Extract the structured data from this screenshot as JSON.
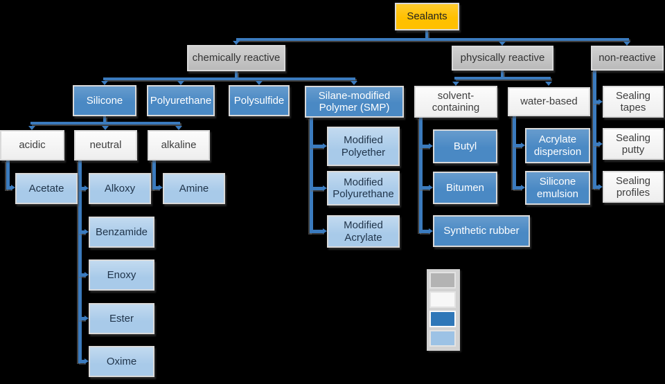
{
  "nodes": {
    "sealants": "Sealants",
    "chemically_reactive": "chemically reactive",
    "physically_reactive": "physically reactive",
    "non_reactive": "non-reactive",
    "silicone": "Silicone",
    "polyurethane": "Polyurethane",
    "polysulfide": "Polysulfide",
    "smp": "Silane-modified Polymer (SMP)",
    "acidic": "acidic",
    "neutral": "neutral",
    "alkaline": "alkaline",
    "acetate": "Acetate",
    "alkoxy": "Alkoxy",
    "amine": "Amine",
    "benzamide": "Benzamide",
    "enoxy": "Enoxy",
    "ester": "Ester",
    "oxime": "Oxime",
    "modified_polyether": "Modified Polyether",
    "modified_polyurethane": "Modified Polyurethane",
    "modified_acrylate": "Modified Acrylate",
    "solvent_containing": "solvent-containing",
    "water_based": "water-based",
    "butyl": "Butyl",
    "bitumen": "Bitumen",
    "synthetic_rubber": "Synthetic rubber",
    "acrylate_dispersion": "Acrylate dispersion",
    "silicone_emulsion": "Silicone emulsion",
    "sealing_tapes": "Sealing tapes",
    "sealing_putty": "Sealing putty",
    "sealing_profiles": "Sealing profiles"
  },
  "colors": {
    "background": "#000000",
    "root_fill": "#FFC000",
    "category_fill": "#C4C4C4",
    "neutral_fill": "#F4F4F4",
    "primary_fill": "#4A89C4",
    "secondary_fill": "#A8CAE9",
    "box_border": "#D9D9D9",
    "connector": "#3B7BBE",
    "text_navy": "#1F3349"
  },
  "legend": {
    "swatches": [
      {
        "name": "category-gray",
        "color": "#B3B3B3"
      },
      {
        "name": "subcategory-white",
        "color": "#F7F7F7"
      },
      {
        "name": "primary-type-blue",
        "color": "#2F77B8"
      },
      {
        "name": "secondary-type-lightblue",
        "color": "#9CC2E5"
      }
    ]
  }
}
